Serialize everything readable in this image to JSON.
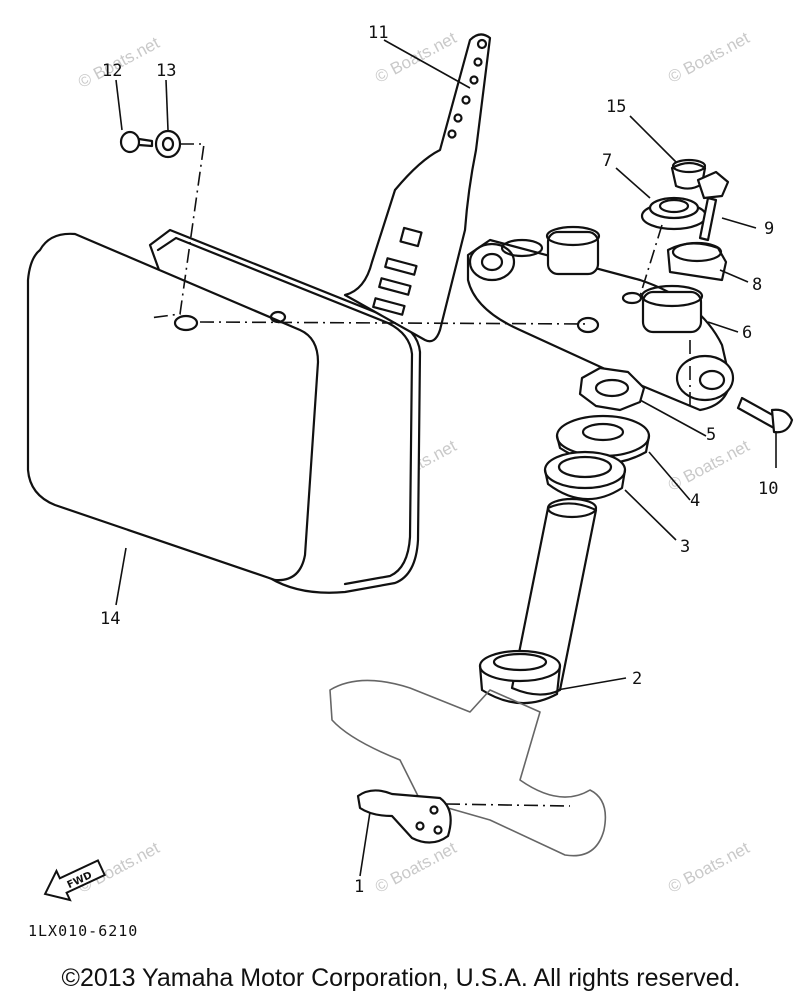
{
  "callouts": [
    "1",
    "2",
    "3",
    "4",
    "5",
    "6",
    "7",
    "8",
    "9",
    "10",
    "11",
    "12",
    "13",
    "14",
    "15"
  ],
  "fwd_label": "FWD",
  "diagram_code": "1LX010-6210",
  "watermark": "© Boats.net",
  "copyright": "©2013 Yamaha Motor Corporation, U.S.A. All rights reserved."
}
